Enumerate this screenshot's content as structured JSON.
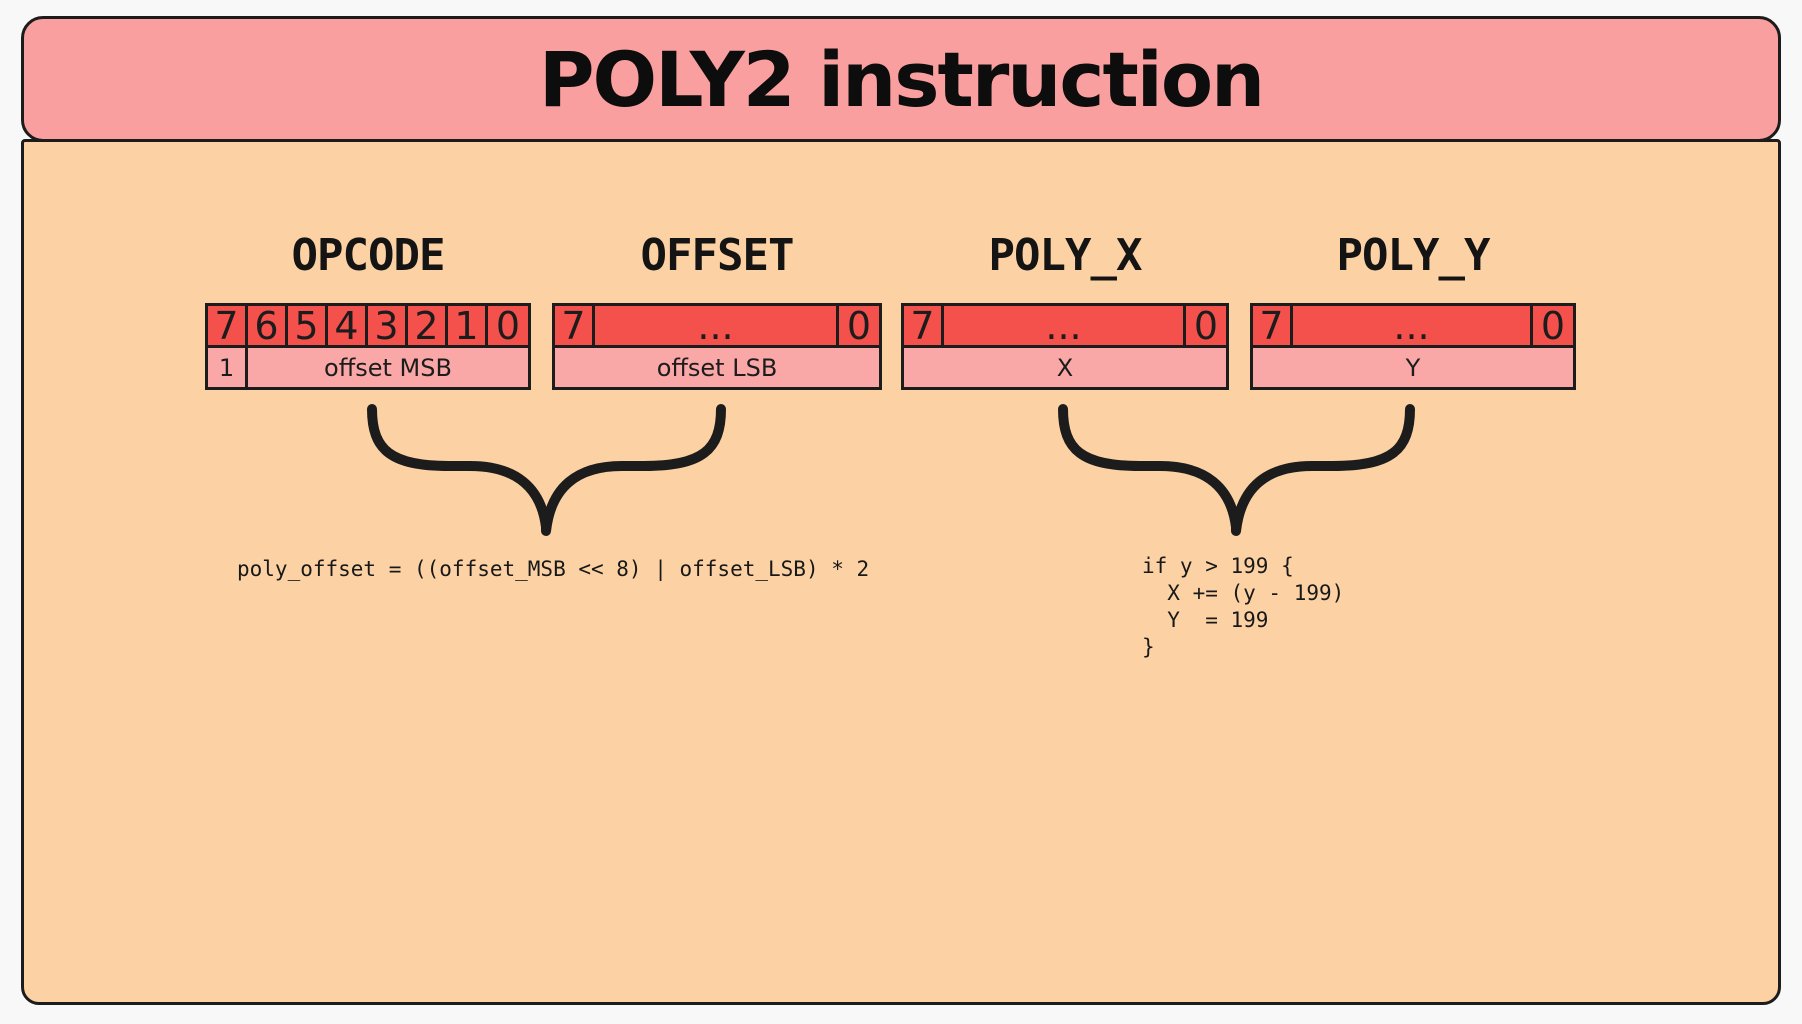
{
  "title": "POLY2 instruction",
  "colors": {
    "page_bg": "#f8f8f8",
    "card": "#fcd2a4",
    "header": "#fa9f9f",
    "red": "#f4514d",
    "pink": "#f9a8a7",
    "ink": "#1c1c1c"
  },
  "tables": [
    {
      "name": "OPCODE",
      "bits": [
        "7",
        "6",
        "5",
        "4",
        "3",
        "2",
        "1",
        "0"
      ],
      "fields": [
        {
          "label": "1"
        },
        {
          "label": "offset MSB"
        }
      ]
    },
    {
      "name": "OFFSET",
      "bits": [
        "7",
        "...",
        "0"
      ],
      "fields": [
        {
          "label": "offset LSB"
        }
      ]
    },
    {
      "name": "POLY_X",
      "bits": [
        "7",
        "...",
        "0"
      ],
      "fields": [
        {
          "label": "X"
        }
      ]
    },
    {
      "name": "POLY_Y",
      "bits": [
        "7",
        "...",
        "0"
      ],
      "fields": [
        {
          "label": "Y"
        }
      ]
    }
  ],
  "annotations": {
    "offset_formula": "poly_offset = ((offset_MSB << 8) | offset_LSB) * 2",
    "clip_code": "if y > 199 {\n  X += (y - 199)\n  Y  = 199\n}"
  }
}
